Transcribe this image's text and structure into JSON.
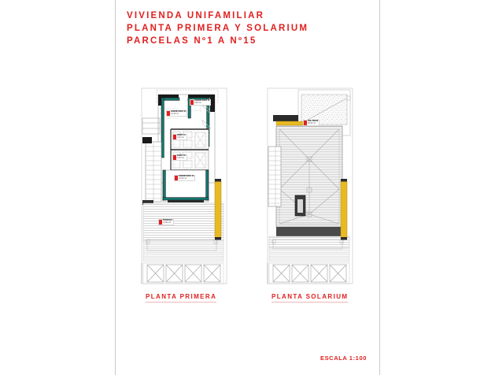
{
  "sheet": {
    "title_lines": [
      "VIVIENDA UNIFAMILIAR",
      "PLANTA PRIMERA Y SOLARIUM",
      "PARCELAS Nº1 A Nº15"
    ],
    "scale_note": "ESCALA 1:100",
    "title_color": "#e02020",
    "background": "#ffffff"
  },
  "plans": [
    {
      "id": "planta-primera",
      "caption": "PLANTA PRIMERA",
      "rooms": [
        {
          "name": "DORMITORIO 01",
          "area": "10,45 m2"
        },
        {
          "name": "DORMITORIO 02",
          "area": "9,68 m2"
        },
        {
          "name": "BAÑO 01",
          "area": "3,92 m2"
        },
        {
          "name": "BAÑO 02",
          "area": "3,55 m2"
        },
        {
          "name": "DORMITORIO 03",
          "area": "12,18 m2"
        },
        {
          "name": "TERRAZA",
          "area": "14,60 m2"
        }
      ]
    },
    {
      "id": "planta-solarium",
      "caption": "PLANTA SOLARIUM",
      "rooms": [
        {
          "name": "SOLARIUM",
          "area": "28,40 m2"
        }
      ]
    }
  ],
  "legend_colors": {
    "walls_teal": "#17776f",
    "walls_black": "#1a1a1a",
    "accent_yellow": "#e8b923",
    "roof_gray": "#d9d9d9",
    "hatch_gray": "#bdbdbd",
    "label_red": "#e02020"
  }
}
